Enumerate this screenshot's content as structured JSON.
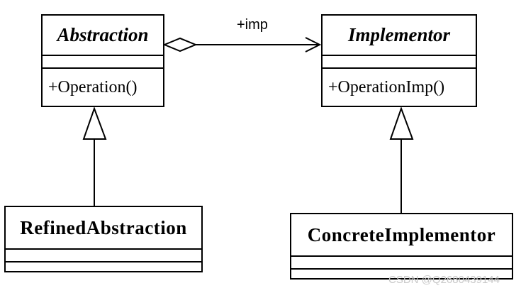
{
  "classes": {
    "abstraction": {
      "name": "Abstraction",
      "operation": "+Operation()",
      "abstract": true
    },
    "implementor": {
      "name": "Implementor",
      "operation": "+OperationImp()",
      "abstract": true
    },
    "refined_abstraction": {
      "name": "RefinedAbstraction",
      "operation": ""
    },
    "concrete_implementor": {
      "name": "ConcreteImplementor",
      "operation": ""
    }
  },
  "relations": {
    "association_label": "+imp",
    "association_type": "aggregation",
    "generalizations": [
      "RefinedAbstraction → Abstraction",
      "ConcreteImplementor → Implementor"
    ]
  },
  "watermark": "CSDN @Q2680439144"
}
